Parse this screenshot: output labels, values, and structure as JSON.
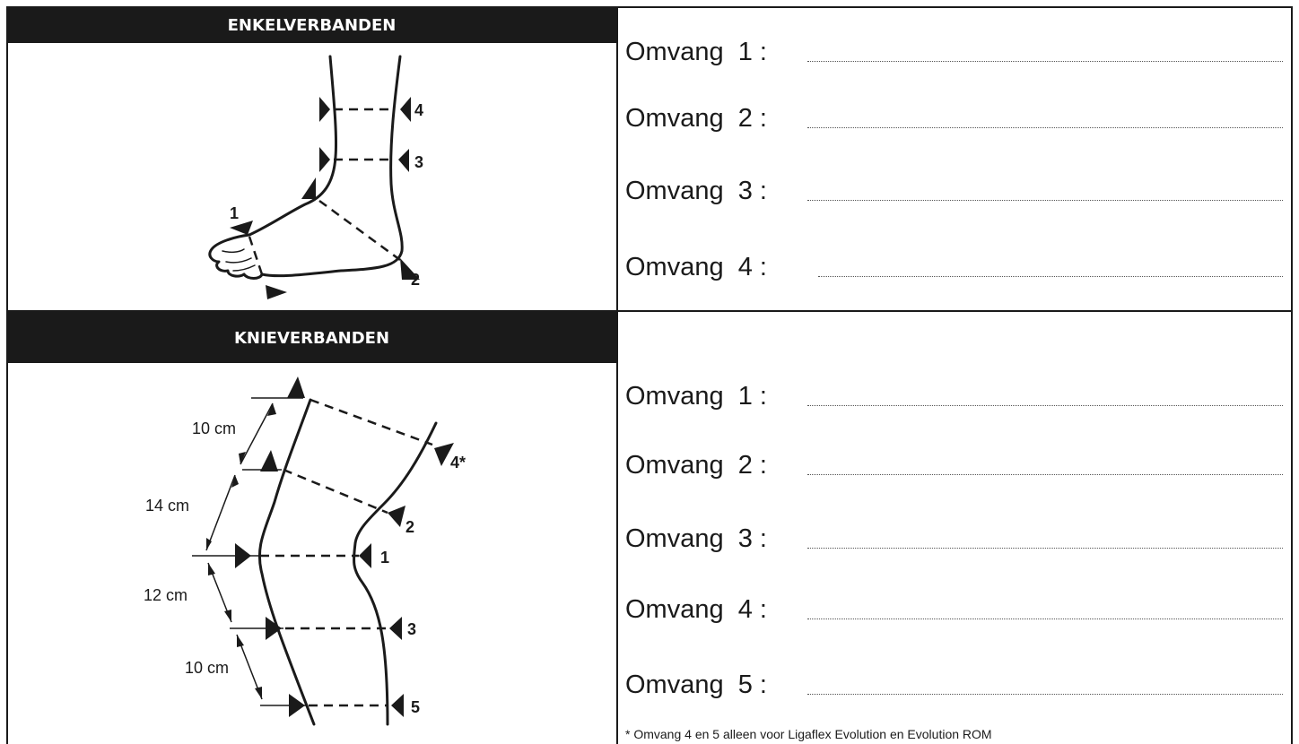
{
  "ankle": {
    "header": "ENKELVERBANDEN",
    "markers": [
      "1",
      "2",
      "3",
      "4"
    ],
    "fields": [
      {
        "label": "Omvang  1 :"
      },
      {
        "label": "Omvang  2 :"
      },
      {
        "label": "Omvang  3 :"
      },
      {
        "label": "Omvang  4 :"
      }
    ]
  },
  "knee": {
    "header": "KNIEVERBANDEN",
    "markers": [
      "4*",
      "2",
      "1",
      "3",
      "5"
    ],
    "distances": [
      "10 cm",
      "14 cm",
      "12 cm",
      "10 cm"
    ],
    "fields": [
      {
        "label": "Omvang  1 :"
      },
      {
        "label": "Omvang  2 :"
      },
      {
        "label": "Omvang  3 :"
      },
      {
        "label": "Omvang  4 :"
      },
      {
        "label": "Omvang  5 :"
      }
    ],
    "footnote": "* Omvang 4 en 5 alleen voor Ligaflex Evolution en Evolution ROM"
  }
}
